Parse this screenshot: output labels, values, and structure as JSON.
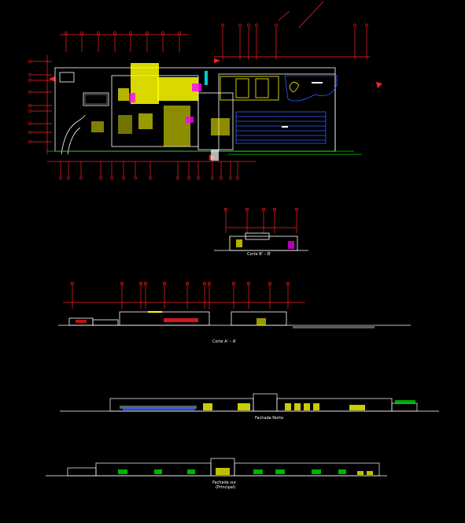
{
  "drawing": {
    "background": "#000000",
    "colors": {
      "red": "#ff2020",
      "white": "#ffffff",
      "yellow": "#ffff00",
      "green": "#00d000",
      "magenta": "#ff00ff",
      "cyan": "#00ffff",
      "blue": "#3060ff",
      "grey": "#9a9a9a"
    },
    "labels": {
      "section_b": "Corte B' – B'",
      "section_a": "Corte A' – A'",
      "north_facade": "Fachada Norte",
      "main_facade_line1": "Fachada sur",
      "main_facade_line2": "(Principal)"
    }
  }
}
